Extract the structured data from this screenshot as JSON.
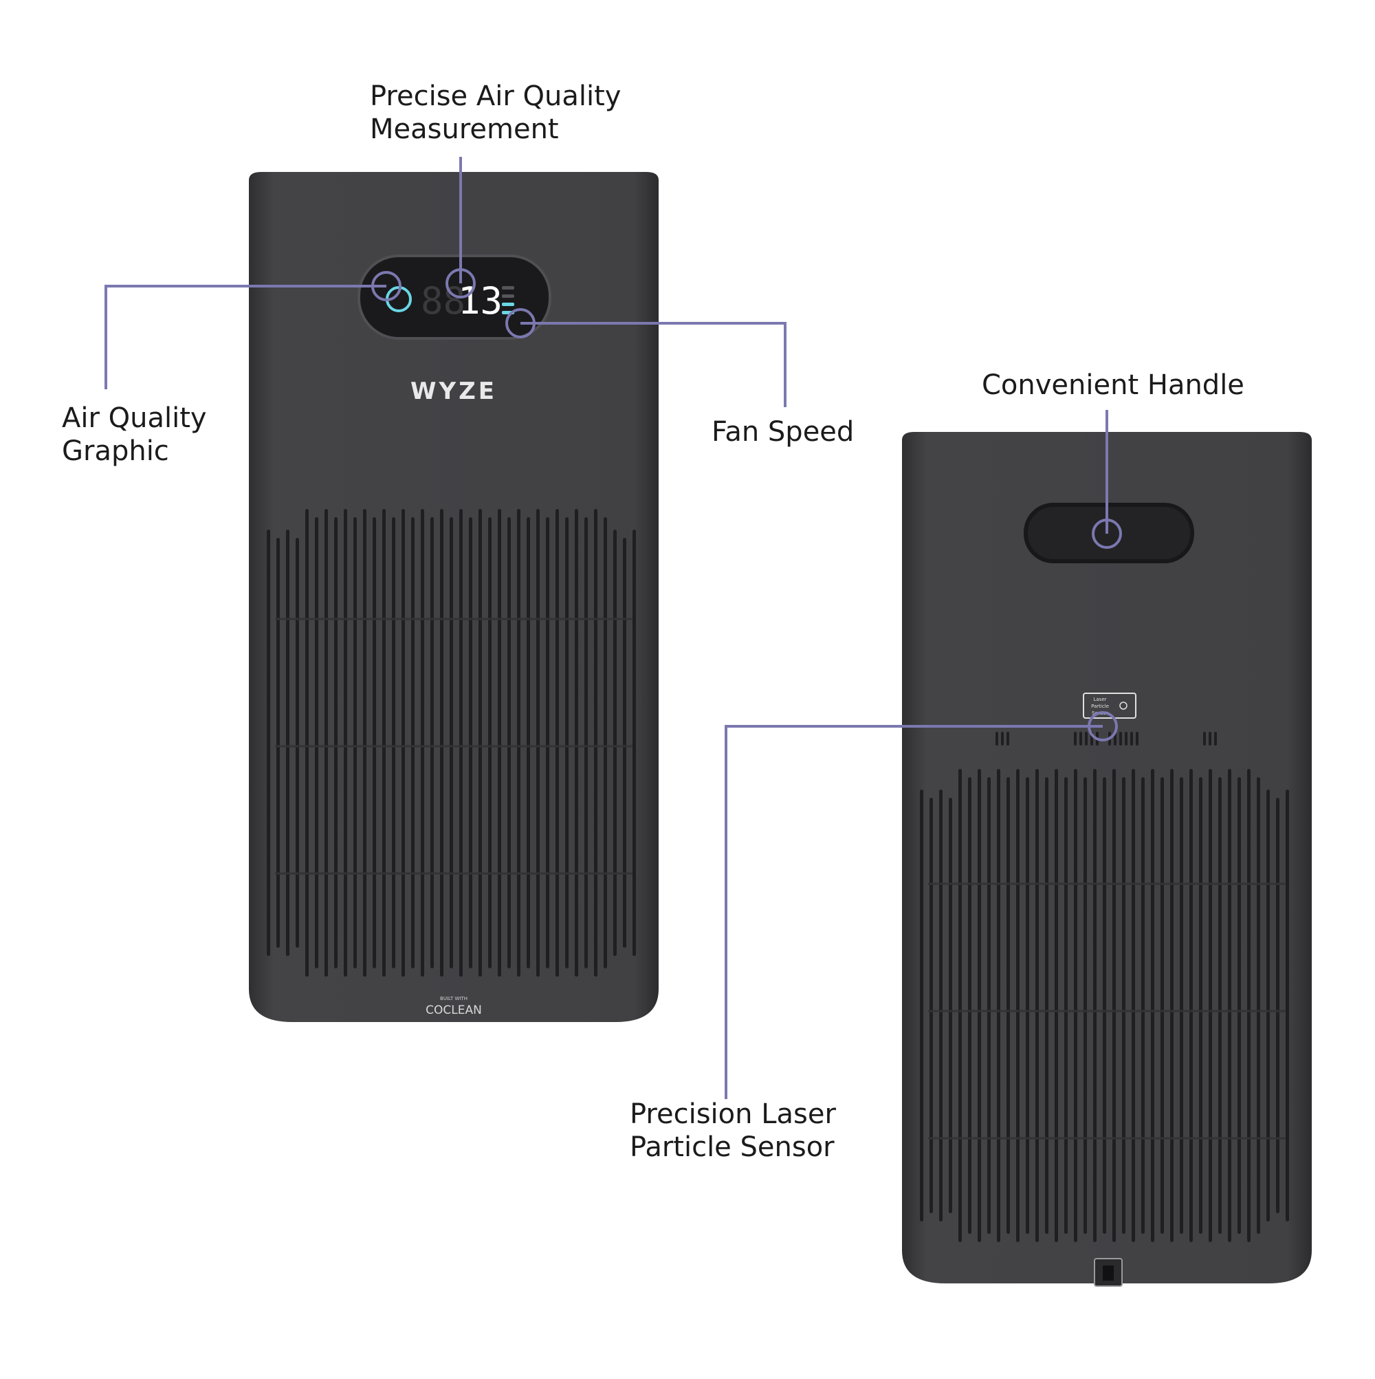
{
  "callouts": {
    "precise_measurement": [
      "Precise Air Quality",
      "Measurement"
    ],
    "air_quality_graphic": [
      "Air Quality",
      "Graphic"
    ],
    "fan_speed": "Fan Speed",
    "convenient_handle": "Convenient Handle",
    "laser_sensor": [
      "Precision Laser",
      "Particle Sensor"
    ]
  },
  "front_unit": {
    "display_value": "13",
    "brand": "WYZE",
    "badge_small": "BUILT WITH",
    "badge": "COCLEAN"
  },
  "back_unit": {
    "sensor_label": [
      "Laser",
      "Particle",
      "Sensor"
    ]
  },
  "colors": {
    "body": "#3d3d40",
    "vent_slot": "#1f1f21",
    "callout_line": "#7b78b0",
    "display_accent": "#6ad6e4",
    "text": "#1b1b1b"
  }
}
